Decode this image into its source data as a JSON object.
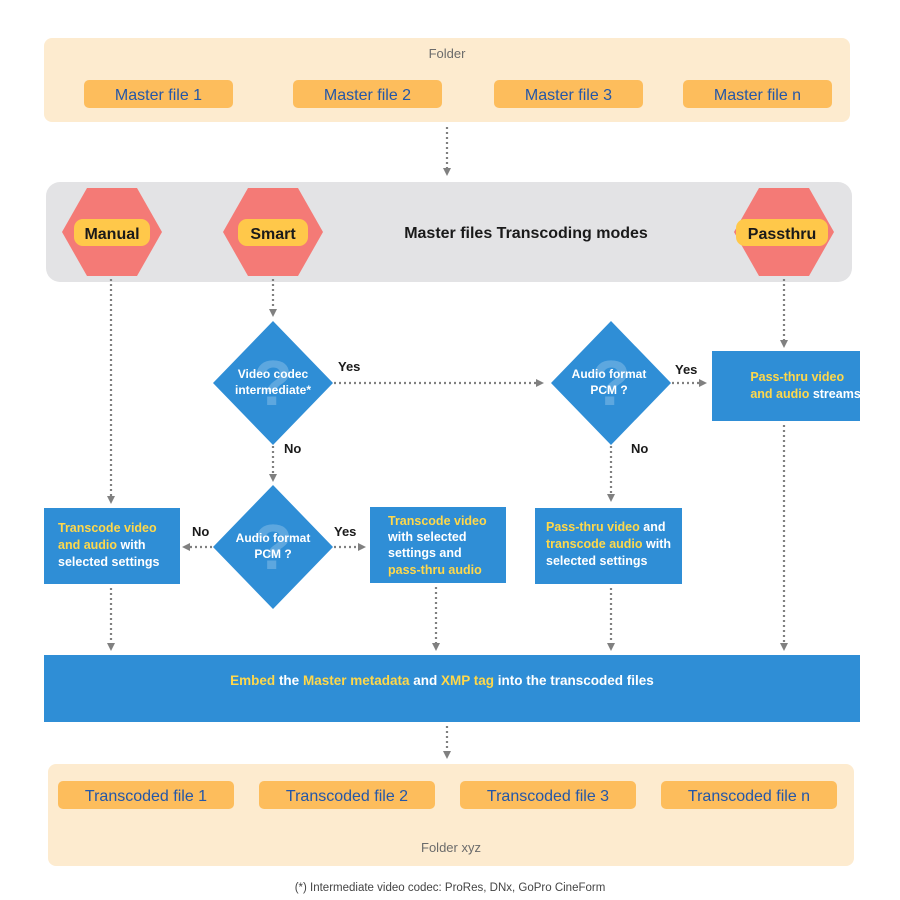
{
  "source_folder": {
    "label": "Folder",
    "files": [
      "Master file 1",
      "Master file 2",
      "Master file 3",
      "Master file n"
    ]
  },
  "modes": {
    "title": "Master files Transcoding modes",
    "manual": "Manual",
    "smart": "Smart",
    "passthru": "Passthru"
  },
  "decisions": {
    "video_codec": {
      "line1": "Video codec",
      "line2": "intermediate*"
    },
    "audio_format_top": {
      "line1": "Audio format",
      "line2": "PCM ?"
    },
    "audio_format_bottom": {
      "line1": "Audio format",
      "line2": "PCM ?"
    },
    "yes": "Yes",
    "no": "No",
    "qmark": "?"
  },
  "boxes": {
    "passthru_streams": {
      "a": "Pass-thru video",
      "b": "and audio",
      "c": " streams"
    },
    "manual_transcode": {
      "a": "Transcode video",
      "b": "and audio",
      "c": " with",
      "d": "selected settings"
    },
    "transcode_passthru_audio": {
      "a": "Transcode video",
      "b": "with selected",
      "c": "settings and",
      "d": "pass-thru audio"
    },
    "passthru_transcode_audio": {
      "a": "Pass-thru video",
      "b": " and",
      "c": "transcode audio",
      "d": " with",
      "e": "selected settings"
    }
  },
  "embed": {
    "w1": "Embed",
    "w2": " the ",
    "w3": "Master metadata",
    "w4": " and ",
    "w5": "XMP tag",
    "w6": " into the transcoded files"
  },
  "output_folder": {
    "label": "Folder xyz",
    "files": [
      "Transcoded file 1",
      "Transcoded file 2",
      "Transcoded file 3",
      "Transcoded file n"
    ]
  },
  "footnote": "(*) Intermediate video codec: ProRes, DNx, GoPro CineForm",
  "colors": {
    "folder_bg": "#fdebcf",
    "file_pill": "#fdbd5c",
    "modes_bg": "#e3e3e5",
    "hexagon": "#f47a76",
    "hex_label": "#ffc84a",
    "blue": "#2f8ed6",
    "highlight": "#ffd84a"
  }
}
